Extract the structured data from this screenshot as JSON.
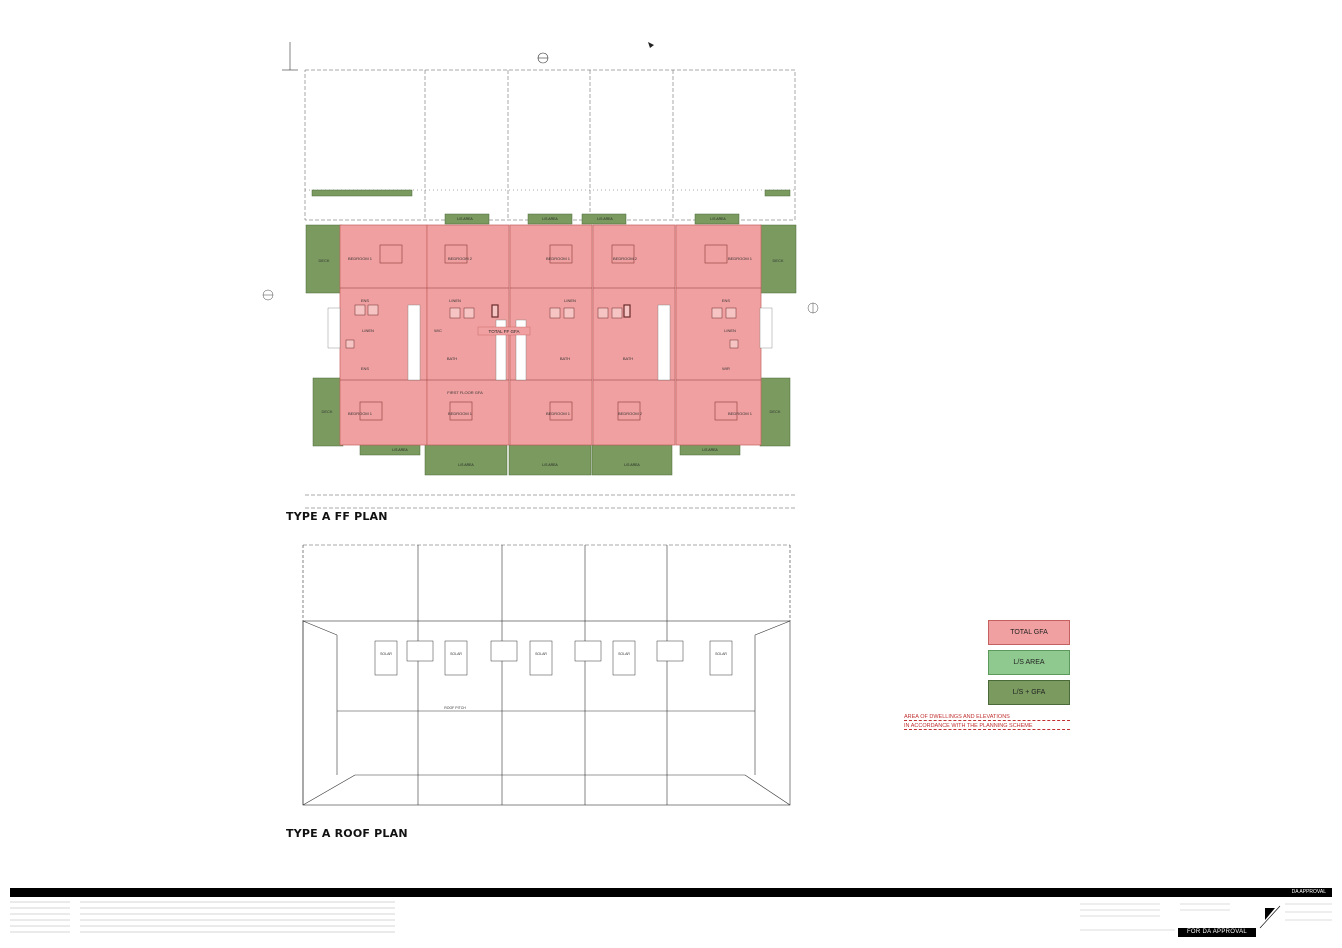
{
  "sheet": {
    "top_bar_label": "DA APPROVAL",
    "approval_stamp": "FOR DA APPROVAL"
  },
  "plans": {
    "ff_title": "TYPE A FF PLAN",
    "roof_title": "TYPE A ROOF PLAN"
  },
  "ff_plan": {
    "rooms": {
      "bedroom1": "BEDROOM 1",
      "bedroom2": "BEDROOM 2",
      "bedroom3": "BEDROOM 3",
      "deck": "DECK",
      "linen": "LINEN",
      "ens": "ENS",
      "bath": "BATH",
      "wc": "W/C",
      "wir": "WIR",
      "first_floor": "FIRST FLOOR GFA",
      "total": "TOTAL FF GFA",
      "ls_area": "L/S AREA"
    }
  },
  "roof_plan": {
    "skylight": "SOLAR",
    "ridge": "ROOF PITCH"
  },
  "legend": {
    "items": [
      {
        "label": "TOTAL GFA",
        "color": "#f0a0a0"
      },
      {
        "label": "L/S AREA",
        "color": "#8fc98f"
      },
      {
        "label": "L/S + GFA",
        "color": "#7a9a5f"
      }
    ],
    "note_line1": "AREA OF DWELLINGS AND ELEVATIONS",
    "note_line2": "IN ACCORDANCE WITH THE PLANNING SCHEME"
  },
  "colors": {
    "gfa": "#f0a0a0",
    "gfa_stroke": "#c46060",
    "landscape": "#8fc98f",
    "landscape_gfa": "#7a9a5f"
  }
}
